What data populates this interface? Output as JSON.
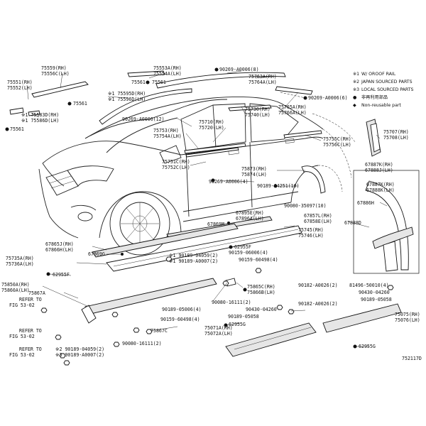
{
  "legend": [
    {
      "mark": "※1",
      "text": "W/ OROOF RAIL"
    },
    {
      "mark": "※2",
      "text": "JAPAN SOURCED PARTS"
    },
    {
      "mark": "※3",
      "text": "LOCAL SOURCED PARTS"
    },
    {
      "mark": "●",
      "text": "非再利用部品"
    },
    {
      "mark": "◆",
      "text": "Non-reusable part"
    }
  ],
  "labels": {
    "l_75559": "75559(RH)",
    "l_75556": "75556C(LH)",
    "l_75553": "75553A(RH)",
    "l_75554": "75554A(LH)",
    "l_75561a": "75561",
    "l_75551": "75551(RH)",
    "l_75552": "75552(LH)",
    "l_75561b": "75561",
    "l_175595": "※1 75595D(RH)",
    "l_175596": "※1 75596D(LH)",
    "l_175583": "※1 75583D(RH)",
    "l_175586": "※1 75586D(LH)",
    "l_75561c": "75561",
    "l_90269a": "90269-A0006(8)",
    "l_75763": "75763A(RH)",
    "l_75764": "75764A(LH)",
    "l_90269b": "90269-A0006(6)",
    "l_75765": "75765A(RH)",
    "l_75766": "75766A(LH)",
    "l_75561d": "75561",
    "l_90269c": "90269-A0006(12)",
    "l_75730": "75730(RH)",
    "l_75740": "75740(LH)",
    "l_75710": "75710(RH)",
    "l_75720": "75720(LH)",
    "l_75753": "75753(RH)",
    "l_75754": "75754A(LH)",
    "l_75755": "75755C(RH)",
    "l_75756": "75756C(LH)",
    "l_75707": "75707(RH)",
    "l_75708": "75708(LH)",
    "l_75751": "75751C(RH)",
    "l_75752": "75752C(LH)",
    "l_75873": "75873(RH)",
    "l_75874": "75874(LH)",
    "l_67887": "67887K(RH)",
    "l_67888": "67888J(LH)",
    "l_67887b": "67887K(RH)",
    "l_67888b": "67888K(LH)",
    "l_67886h": "67886H",
    "l_67888d": "67888D",
    "l_90269d": "90269-A0006(4)",
    "l_90189": "90189-04251(10)",
    "l_90080": "90080-35097(10)",
    "l_67895": "67895E(RH)",
    "l_67896": "67896A(LH)",
    "l_67869": "67869M",
    "l_67857": "67857L(RH)",
    "l_67858": "67858E(LH)",
    "l_75745": "75745(RH)",
    "l_75746": "75746(LH)",
    "l_62955f": "62955F",
    "l_67865": "67865J(RH)",
    "l_67866": "67866H(LH)",
    "l_67869g": "67869G",
    "l_75735": "75735A(RH)",
    "l_75736": "75736A(LH)",
    "l_90189b": "※1 90189-04059(2)",
    "l_90189c": "※1 90189-A0007(2)",
    "l_90159a": "90159-06006(4)",
    "l_90159b": "90159-60498(4)",
    "l_62955f2": "62955F",
    "l_75850": "75850A(RH)",
    "l_75860": "75860A(LH)",
    "l_75867a": "75867A",
    "l_75865": "75865C(RH)",
    "l_75866": "75866B(LH)",
    "l_refer1": "REFER TO",
    "l_fig1": "FIG 53-02",
    "l_90080b": "90080-16111(2)",
    "l_90189d": "90189-05006(4)",
    "l_90430a": "90430-04260",
    "l_90159c": "90159-60498(4)",
    "l_90189e": "90189-05058",
    "l_75867c": "75867C",
    "l_90182a": "90182-A0026(2)",
    "l_81496": "81496-50010(4)",
    "l_90430b": "90430-04260",
    "l_90189f": "90189-05058",
    "l_90182b": "90182-A0026(2)",
    "l_refer2": "REFER TO",
    "l_fig2": "FIG 53-02",
    "l_75071": "75071A(RH)",
    "l_75072": "75072A(LH)",
    "l_62955g": "62955G",
    "l_75075": "75075(RH)",
    "l_75076": "75076(LH)",
    "l_refer3": "REFER TO",
    "l_fig3": "FIG 53-02",
    "l_90189g": "※2 90189-04059(2)",
    "l_90189h": "※3 90189-A0007(2)",
    "l_90080c": "90080-16111(2)",
    "l_62955g2": "62955G",
    "fig_id": "752117D"
  },
  "accent": "#111111"
}
